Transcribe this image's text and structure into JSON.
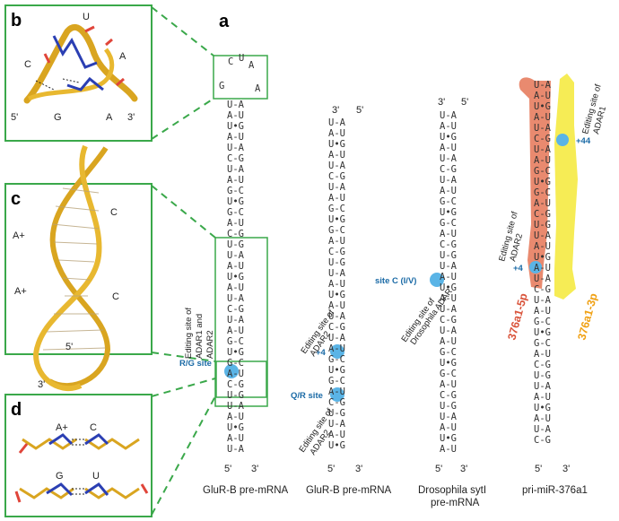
{
  "panels": {
    "a": "a",
    "b": "b",
    "c": "c",
    "d": "d"
  },
  "colors": {
    "box": "#3aa84a",
    "site_fill": "#5ab4e6",
    "mir_5p": "#d9533a",
    "mir_3p": "#f0a012",
    "salmon": "#e98a6f",
    "yellow": "#f6ec55"
  },
  "panel_b": {
    "labels": [
      "U",
      "C",
      "A",
      "5'",
      "G",
      "A",
      "3'"
    ]
  },
  "panel_c": {
    "labels": [
      "A+",
      "C",
      "A+",
      "C",
      "5'",
      "3'"
    ]
  },
  "panel_d": {
    "labels": [
      "A+",
      "C",
      "G",
      "U"
    ]
  },
  "structures": [
    {
      "caption": "GluR-B pre-mRNA",
      "ends": [
        "5'",
        "3'"
      ],
      "loop": [
        "C",
        "U",
        "A",
        "G",
        "A"
      ],
      "site_label": "R/G site",
      "annotation": [
        "Editing site of",
        "ADAR1 and",
        "ADAR2"
      ]
    },
    {
      "caption": "GluR-B pre-mRNA",
      "ends": [
        "3'",
        "5'",
        "5'",
        "3'"
      ],
      "site_labels": [
        "+4",
        "Q/R site"
      ],
      "annotations": [
        [
          "Editing site of",
          "ADAR2"
        ],
        [
          "Editing site of",
          "ADAR2"
        ]
      ]
    },
    {
      "caption_lines": [
        "Drosophila sytI",
        "pre-mRNA"
      ],
      "ends": [
        "3'",
        "5'",
        "5'",
        "3'"
      ],
      "site_label": "site C (I/V)",
      "annotation": [
        "Editing site of",
        "Drosophila ADAR"
      ]
    },
    {
      "caption": "pri-miR-376a1",
      "ends": [
        "5'",
        "3'"
      ],
      "site_labels": [
        "+44",
        "+4"
      ],
      "annotations": [
        [
          "Editing site of",
          "ADAR1"
        ],
        [
          "Editing site of",
          "ADAR2"
        ]
      ],
      "arm_labels": [
        "376a1-5p",
        "376a1-3p"
      ]
    }
  ]
}
